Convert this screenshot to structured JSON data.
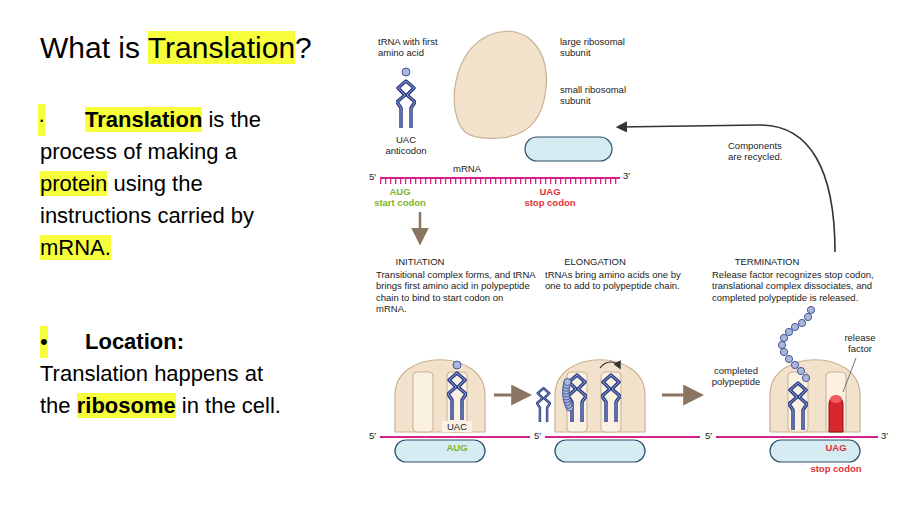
{
  "diagram": {
    "title": "What is Translation?",
    "labels": [
      "·",
      "Translation is the process of making a protein using the instructions carried by mRNA.",
      "•",
      "Location:",
      "Translation happens at the ribosome in the cell.",
      "tRNA with first amino acid",
      "large ribosomal subunit",
      "small ribosomal subunit",
      "UAC anticodon",
      "mRNA",
      "5′",
      "3′",
      "AUG",
      "start codon",
      "UAG",
      "stop codon",
      "Components are recycled.",
      "INITIATION",
      "Transitional complex forms, and tRNA brings first amino acid in polypeptide chain to bind to start codon on mRNA.",
      "ELONGATION",
      "tRNAs bring amino acids one by one to add to polypeptide chain.",
      "TERMINATION",
      "Release factor recognizes stop codon, translational complex dissociates, and completed polypeptide is released.",
      "UAC",
      "AUG",
      "5′",
      "5′",
      "completed polypeptide",
      "release factor",
      "5′",
      "3′",
      "UAG",
      "stop codon"
    ]
  }
}
